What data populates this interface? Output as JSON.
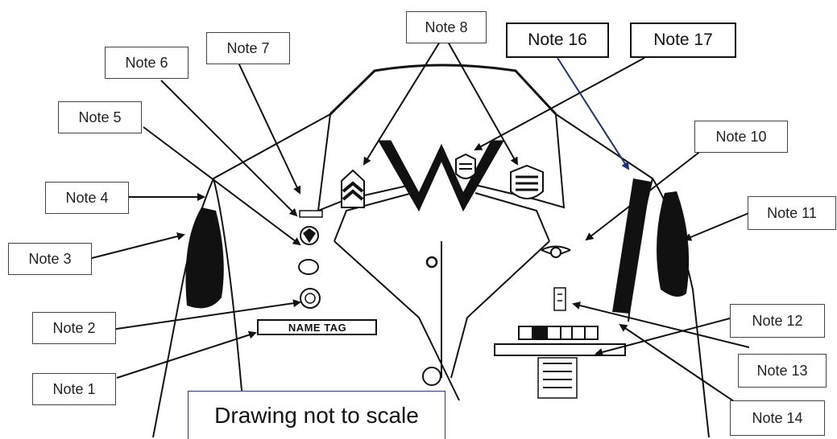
{
  "notes": {
    "n1": "Note 1",
    "n2": "Note 2",
    "n3": "Note 3",
    "n4": "Note 4",
    "n5": "Note 5",
    "n6": "Note 6",
    "n7": "Note 7",
    "n8": "Note 8",
    "n10": "Note 10",
    "n11": "Note 11",
    "n12": "Note 12",
    "n13": "Note 13",
    "n14": "Note 14",
    "n16": "Note 16",
    "n17": "Note 17"
  },
  "name_tag": "NAME TAG",
  "caption": "Drawing not to scale",
  "colors": {
    "outline": "#111111",
    "note_border": "#444444",
    "arrow_16": "#23306e",
    "caption_border": "#2e3a73"
  }
}
